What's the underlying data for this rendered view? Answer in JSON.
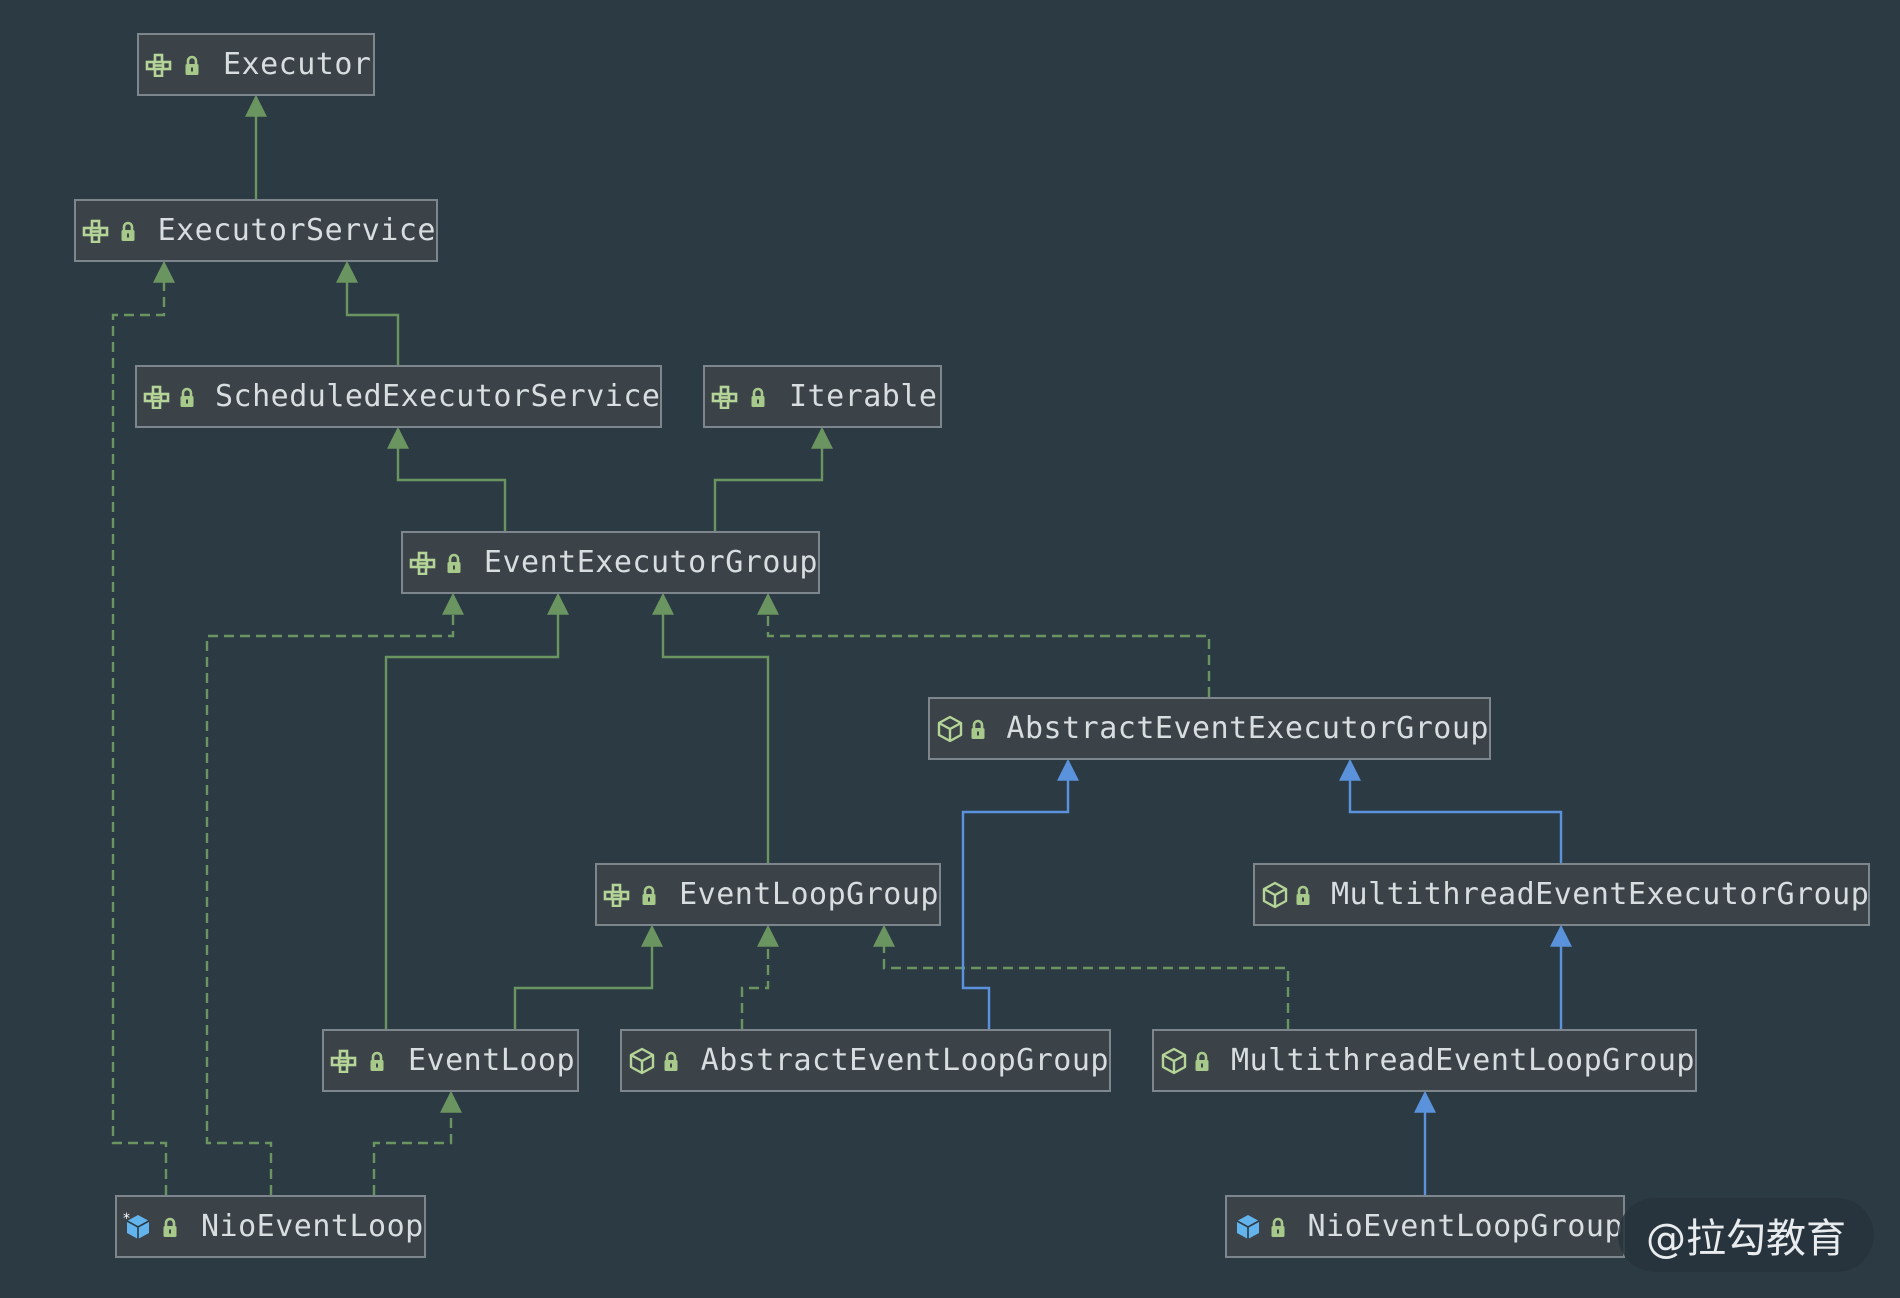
{
  "diagram": {
    "title": "",
    "colors": {
      "interface_arrow": "#6b9560",
      "class_arrow": "#5a93dc",
      "interface_icon": "#b5d497",
      "abstract_icon": "#b5d497",
      "class_icon": "#63b3ed",
      "lock": "#a7c98a",
      "node_border": "#7d868c",
      "node_fill": "#3b4349",
      "background": "#2c3a43"
    },
    "nodes": [
      {
        "id": "executor",
        "label": "Executor",
        "kind": "interface"
      },
      {
        "id": "executor-service",
        "label": "ExecutorService",
        "kind": "interface"
      },
      {
        "id": "scheduled-executor-service",
        "label": "ScheduledExecutorService",
        "kind": "interface"
      },
      {
        "id": "iterable",
        "label": "Iterable",
        "kind": "interface"
      },
      {
        "id": "event-executor-group",
        "label": "EventExecutorGroup",
        "kind": "interface"
      },
      {
        "id": "abstract-event-executor-group",
        "label": "AbstractEventExecutorGroup",
        "kind": "abstract"
      },
      {
        "id": "event-loop-group",
        "label": "EventLoopGroup",
        "kind": "interface"
      },
      {
        "id": "multithread-event-executor-group",
        "label": "MultithreadEventExecutorGroup",
        "kind": "abstract"
      },
      {
        "id": "event-loop",
        "label": "EventLoop",
        "kind": "interface"
      },
      {
        "id": "abstract-event-loop-group",
        "label": "AbstractEventLoopGroup",
        "kind": "abstract"
      },
      {
        "id": "multithread-event-loop-group",
        "label": "MultithreadEventLoopGroup",
        "kind": "abstract"
      },
      {
        "id": "nio-event-loop",
        "label": "NioEventLoop",
        "kind": "class-main"
      },
      {
        "id": "nio-event-loop-group",
        "label": "NioEventLoopGroup",
        "kind": "class"
      }
    ],
    "edges": [
      {
        "from": "executor-service",
        "to": "executor",
        "type": "extends-interface"
      },
      {
        "from": "scheduled-executor-service",
        "to": "executor-service",
        "type": "extends-interface"
      },
      {
        "from": "event-executor-group",
        "to": "scheduled-executor-service",
        "type": "extends-interface"
      },
      {
        "from": "event-executor-group",
        "to": "iterable",
        "type": "extends-interface"
      },
      {
        "from": "abstract-event-executor-group",
        "to": "event-executor-group",
        "type": "implements"
      },
      {
        "from": "event-loop-group",
        "to": "event-executor-group",
        "type": "extends-interface"
      },
      {
        "from": "event-loop",
        "to": "event-executor-group",
        "type": "extends-interface"
      },
      {
        "from": "event-loop",
        "to": "event-loop-group",
        "type": "extends-interface"
      },
      {
        "from": "abstract-event-loop-group",
        "to": "event-loop-group",
        "type": "implements"
      },
      {
        "from": "abstract-event-loop-group",
        "to": "abstract-event-executor-group",
        "type": "extends-class"
      },
      {
        "from": "multithread-event-executor-group",
        "to": "abstract-event-executor-group",
        "type": "extends-class"
      },
      {
        "from": "multithread-event-loop-group",
        "to": "event-loop-group",
        "type": "implements"
      },
      {
        "from": "multithread-event-loop-group",
        "to": "multithread-event-executor-group",
        "type": "extends-class"
      },
      {
        "from": "nio-event-loop-group",
        "to": "multithread-event-loop-group",
        "type": "extends-class"
      },
      {
        "from": "nio-event-loop",
        "to": "executor-service",
        "type": "implements"
      },
      {
        "from": "nio-event-loop",
        "to": "event-executor-group",
        "type": "implements"
      },
      {
        "from": "nio-event-loop",
        "to": "event-loop",
        "type": "implements"
      }
    ]
  },
  "watermark": "@拉勾教育"
}
